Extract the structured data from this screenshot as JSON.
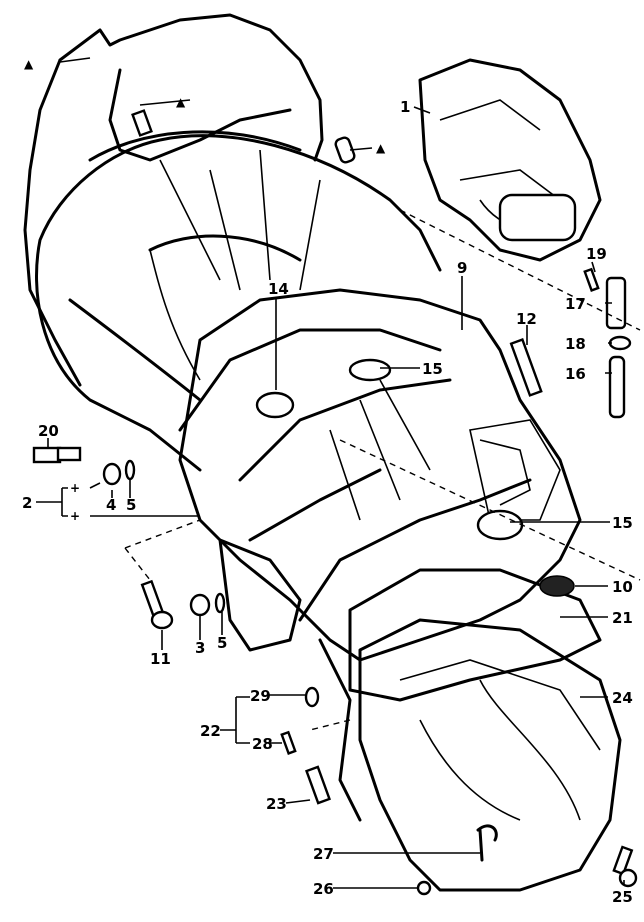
{
  "diagram": {
    "title_hint": "",
    "labels": {
      "l1": "1",
      "l2": "2",
      "l3": "3",
      "l4": "4",
      "l5a": "5",
      "l5b": "5",
      "l9": "9",
      "l10": "10",
      "l11": "11",
      "l12": "12",
      "l14": "14",
      "l15a": "15",
      "l15b": "15",
      "l16": "16",
      "l17": "17",
      "l18": "18",
      "l19": "19",
      "l20": "20",
      "l21": "21",
      "l22": "22",
      "l23": "23",
      "l24": "24",
      "l25": "25",
      "l26": "26",
      "l27": "27",
      "l28": "28",
      "l29": "29"
    },
    "symbols": {
      "plus_a": "+",
      "plus_b": "+",
      "triangle_a": "▲",
      "triangle_b": "▲",
      "triangle_c": "▲"
    }
  }
}
